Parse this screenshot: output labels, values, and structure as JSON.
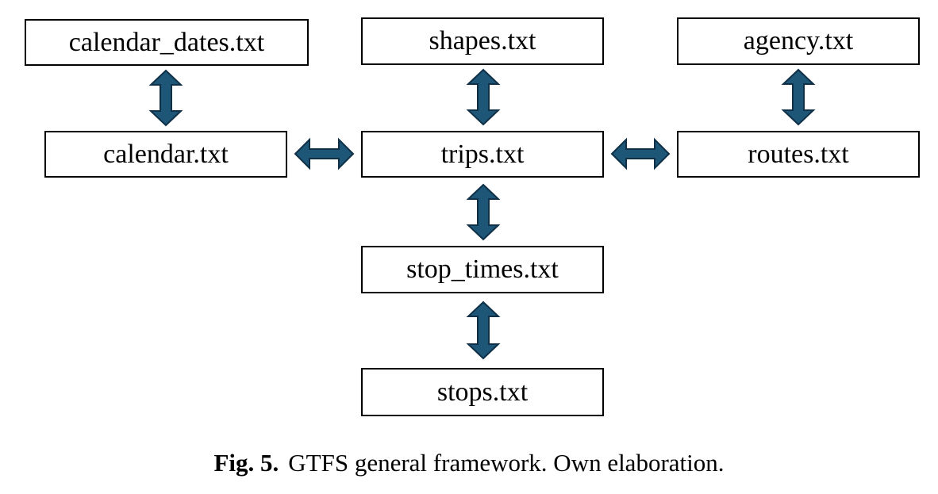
{
  "colors": {
    "arrow_fill": "#1d5676",
    "arrow_stroke": "#0f3047",
    "box_border": "#000000",
    "text": "#000000"
  },
  "nodes": {
    "calendar_dates": "calendar_dates.txt",
    "shapes": "shapes.txt",
    "agency": "agency.txt",
    "calendar": "calendar.txt",
    "trips": "trips.txt",
    "routes": "routes.txt",
    "stop_times": "stop_times.txt",
    "stops": "stops.txt"
  },
  "edges": [
    {
      "from": "calendar_dates",
      "to": "calendar",
      "direction": "bidirectional"
    },
    {
      "from": "shapes",
      "to": "trips",
      "direction": "bidirectional"
    },
    {
      "from": "agency",
      "to": "routes",
      "direction": "bidirectional"
    },
    {
      "from": "calendar",
      "to": "trips",
      "direction": "bidirectional"
    },
    {
      "from": "trips",
      "to": "routes",
      "direction": "bidirectional"
    },
    {
      "from": "trips",
      "to": "stop_times",
      "direction": "bidirectional"
    },
    {
      "from": "stop_times",
      "to": "stops",
      "direction": "bidirectional"
    }
  ],
  "caption": {
    "label": "Fig. 5.",
    "text": "GTFS general framework. Own elaboration."
  }
}
